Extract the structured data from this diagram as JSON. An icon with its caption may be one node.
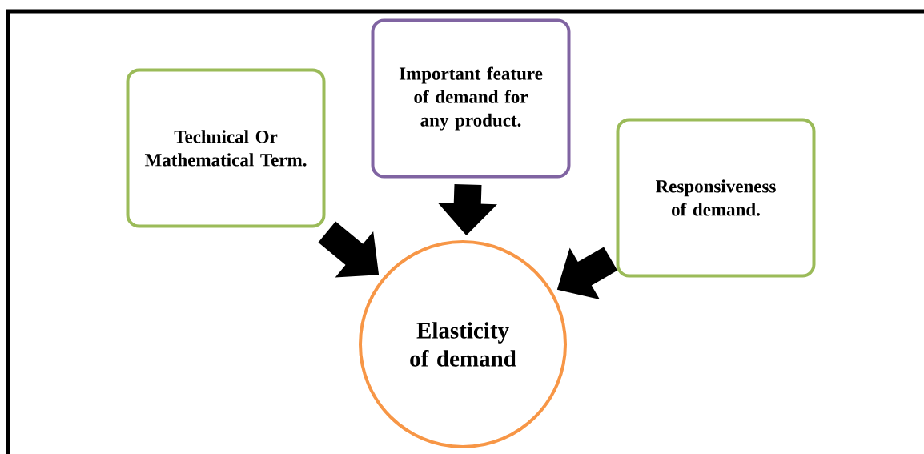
{
  "diagram": {
    "nodes": [
      {
        "text": [
          "Technical Or Mathematical Term."
        ]
      },
      {
        "text": [
          "Important feature of demand for any product."
        ]
      },
      {
        "text": [
          "Responsiveness of demand."
        ]
      },
      {
        "text": [
          "Elasticity of demand"
        ]
      }
    ],
    "edges": [
      {
        "from": 0,
        "to": 3,
        "arrow": "to"
      },
      {
        "from": 1,
        "to": 3,
        "arrow": "to"
      },
      {
        "from": 2,
        "to": 3,
        "arrow": "to"
      }
    ]
  }
}
